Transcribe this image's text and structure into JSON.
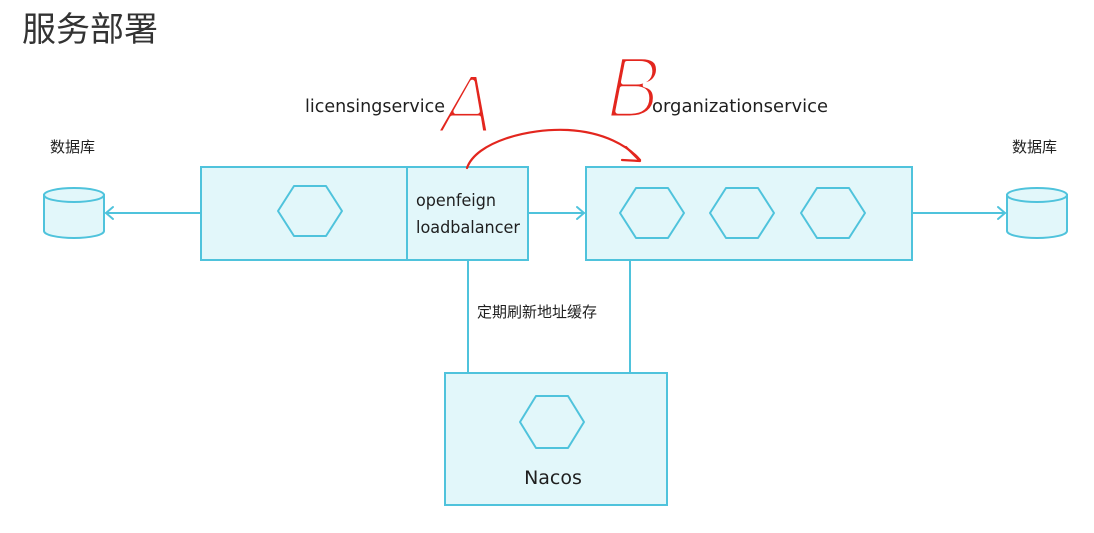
{
  "page": {
    "title": "服务部署"
  },
  "services": {
    "licensing": {
      "label": "licensingservice",
      "client_lines": [
        "openfeign",
        "loadbalancer"
      ]
    },
    "organization": {
      "label": "organizationservice"
    }
  },
  "databases": {
    "left": {
      "label": "数据库"
    },
    "right": {
      "label": "数据库"
    }
  },
  "registry": {
    "label": "Nacos",
    "refresh_label": "定期刷新地址缓存"
  },
  "annotations": {
    "marker_a": "A",
    "marker_b": "B"
  },
  "icons": {
    "service_instance": "hexagon-icon",
    "database": "database-icon"
  },
  "theme": {
    "stroke": "#4fc3dc",
    "fill": "#e2f7fa",
    "text": "#1f1f1f",
    "title": "#333333",
    "annotation": "#e3261e"
  }
}
